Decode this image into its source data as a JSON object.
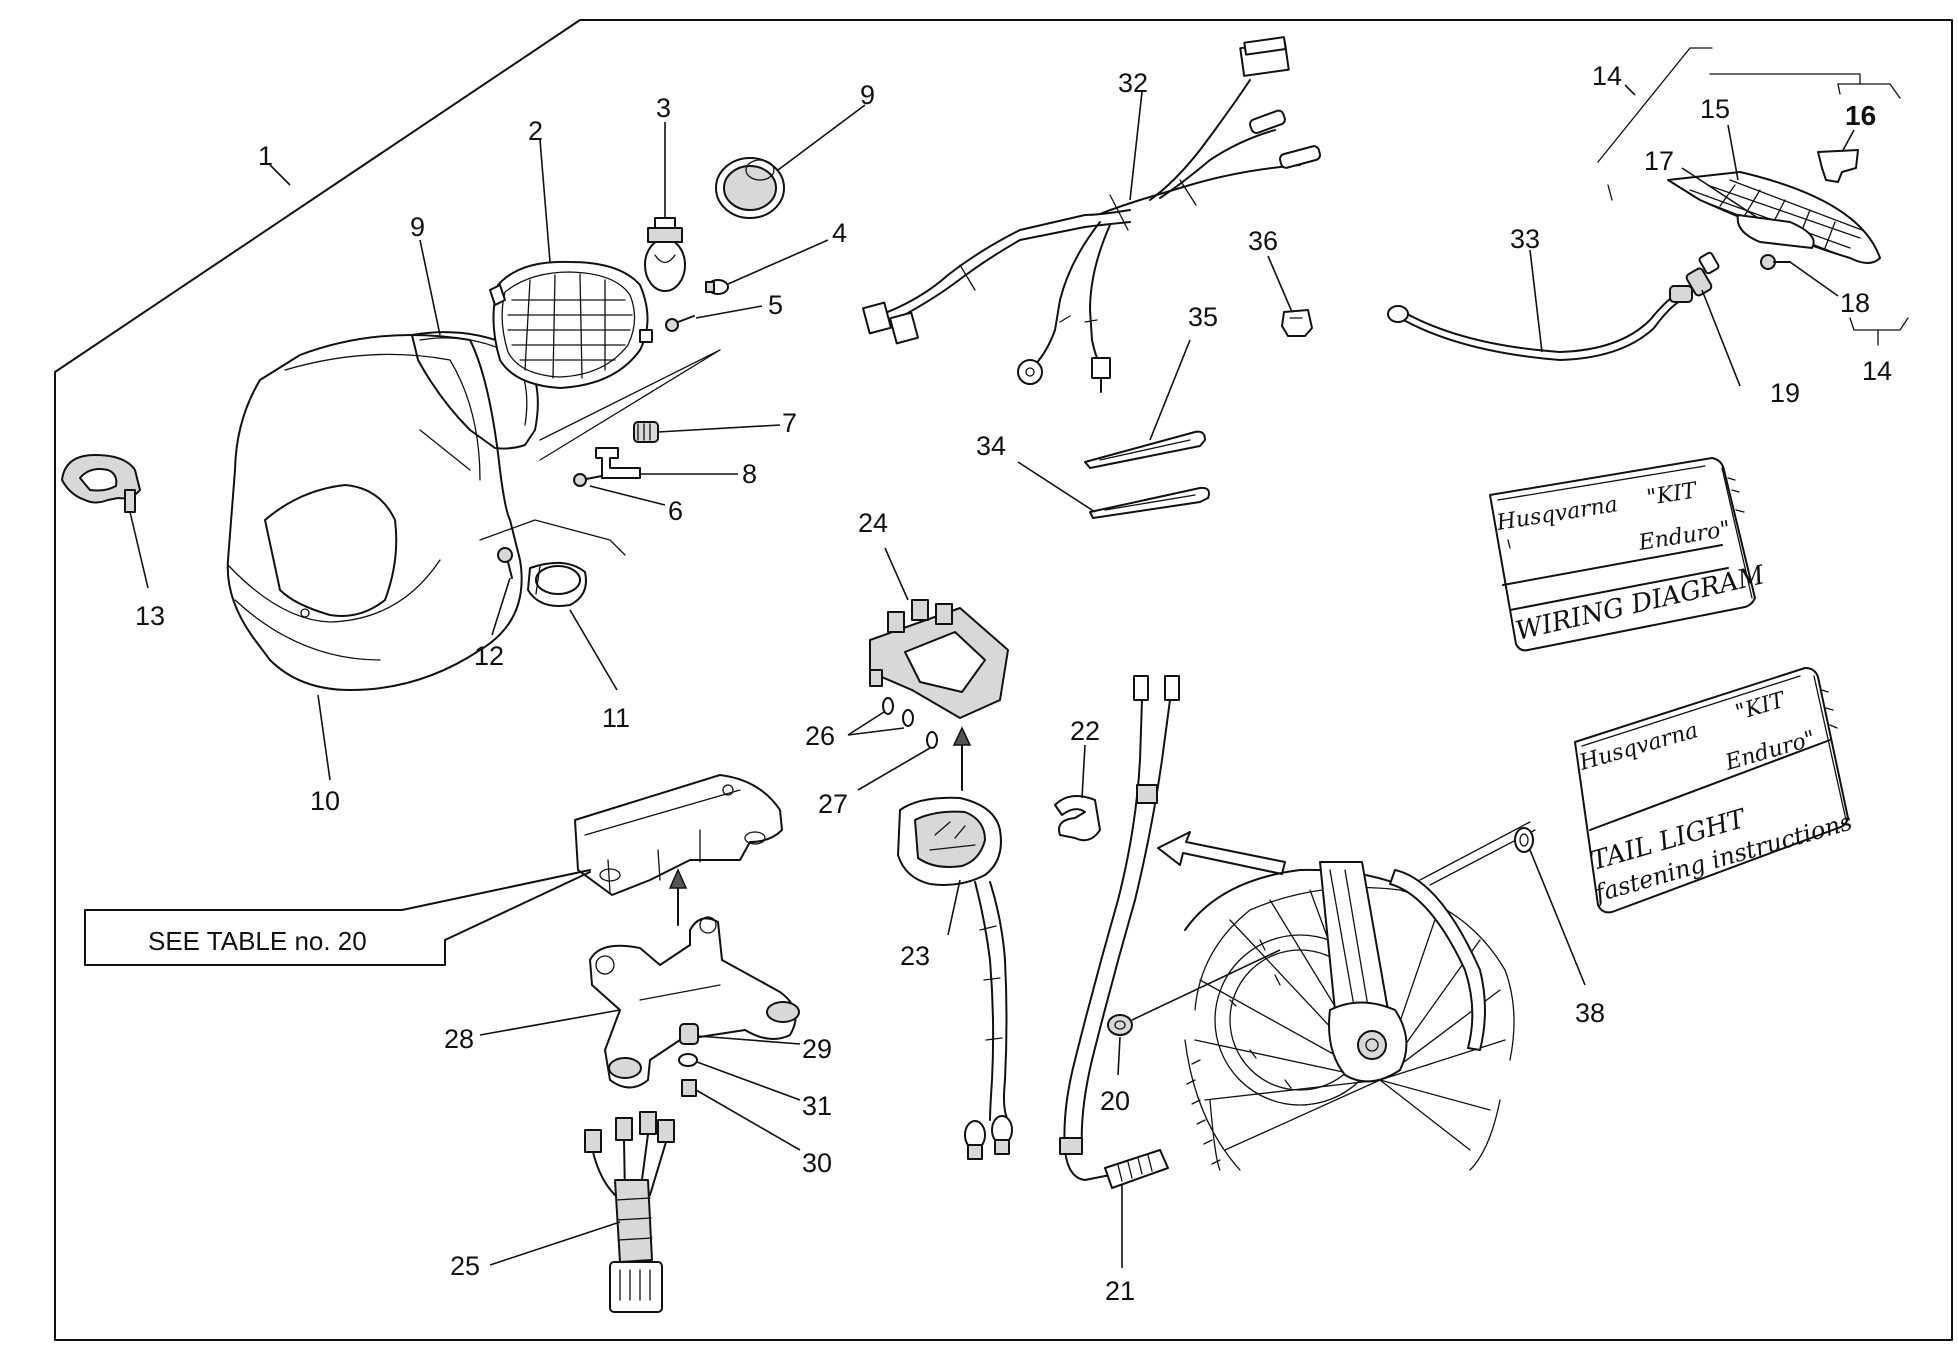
{
  "callouts": {
    "c1": "1",
    "c2": "2",
    "c3": "3",
    "c4": "4",
    "c5": "5",
    "c6": "6",
    "c7": "7",
    "c8": "8",
    "c9a": "9",
    "c9b": "9",
    "c10": "10",
    "c11": "11",
    "c12": "12",
    "c13": "13",
    "c14a": "14",
    "c14b": "14",
    "c15": "15",
    "c16": "16",
    "c17": "17",
    "c18": "18",
    "c19": "19",
    "c20": "20",
    "c21": "21",
    "c22": "22",
    "c23": "23",
    "c24": "24",
    "c25": "25",
    "c26": "26",
    "c27": "27",
    "c28": "28",
    "c29": "29",
    "c30": "30",
    "c31": "31",
    "c32": "32",
    "c33": "33",
    "c34": "34",
    "c35": "35",
    "c36": "36",
    "c38": "38"
  },
  "see_table": "SEE TABLE no. 20",
  "booklet_wiring": {
    "brand": "Husqvarna",
    "kit_line1": "\"KIT",
    "kit_line2": "Enduro\"",
    "title": "WIRING DIAGRAM"
  },
  "booklet_tail": {
    "brand": "Husqvarna",
    "kit_line1": "\"KIT",
    "kit_line2": "Enduro\"",
    "title_line1": "TAIL LIGHT",
    "title_line2": "fastening instructions"
  }
}
